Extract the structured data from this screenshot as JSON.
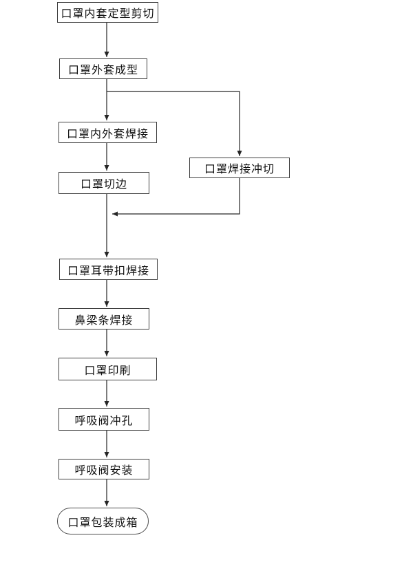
{
  "flowchart": {
    "type": "flowchart",
    "direction": "top-to-bottom",
    "steps": [
      {
        "id": "inner-cover-shaping-cut",
        "label": "口罩内套定型剪切",
        "shape": "rect"
      },
      {
        "id": "outer-cover-forming",
        "label": "口罩外套成型",
        "shape": "rect"
      },
      {
        "id": "inner-outer-welding",
        "label": "口罩内外套焊接",
        "shape": "rect"
      },
      {
        "id": "edge-trimming",
        "label": "口罩切边",
        "shape": "rect"
      },
      {
        "id": "weld-punch-cut",
        "label": "口罩焊接冲切",
        "shape": "rect"
      },
      {
        "id": "ear-strap-buckle-weld",
        "label": "口罩耳带扣焊接",
        "shape": "rect"
      },
      {
        "id": "nose-bridge-weld",
        "label": "鼻梁条焊接",
        "shape": "rect"
      },
      {
        "id": "mask-printing",
        "label": "口罩印刷",
        "shape": "rect"
      },
      {
        "id": "valve-hole-punching",
        "label": "呼吸阀冲孔",
        "shape": "rect"
      },
      {
        "id": "valve-installation",
        "label": "呼吸阀安装",
        "shape": "rect"
      },
      {
        "id": "packing-into-cartons",
        "label": "口罩包装成箱",
        "shape": "stadium"
      }
    ],
    "edges": [
      {
        "from": "口罩内套定型剪切",
        "to": "口罩外套成型"
      },
      {
        "from": "口罩外套成型",
        "to": "口罩内外套焊接"
      },
      {
        "from": "口罩外套成型",
        "to": "口罩焊接冲切"
      },
      {
        "from": "口罩内外套焊接",
        "to": "口罩切边"
      },
      {
        "from": "口罩切边",
        "to": "口罩耳带扣焊接"
      },
      {
        "from": "口罩焊接冲切",
        "to": "口罩耳带扣焊接"
      },
      {
        "from": "口罩耳带扣焊接",
        "to": "鼻梁条焊接"
      },
      {
        "from": "鼻梁条焊接",
        "to": "口罩印刷"
      },
      {
        "from": "口罩印刷",
        "to": "呼吸阀冲孔"
      },
      {
        "from": "呼吸阀冲孔",
        "to": "呼吸阀安装"
      },
      {
        "from": "呼吸阀安装",
        "to": "口罩包装成箱"
      }
    ],
    "colors": {
      "box_border": "#3d3d3d",
      "line": "#262626",
      "text": "#111111",
      "background": "#ffffff"
    }
  }
}
